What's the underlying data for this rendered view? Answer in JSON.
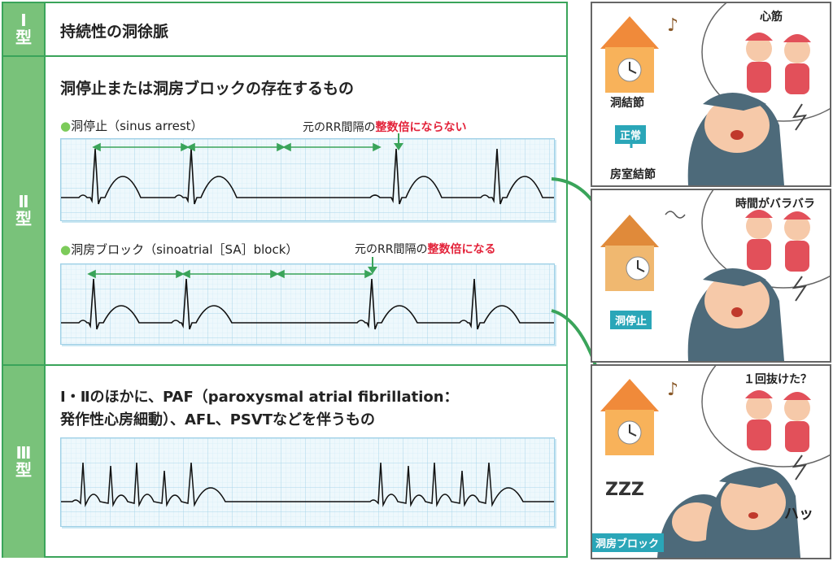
{
  "type1": {
    "label_roman": "Ⅰ",
    "label_kana": "型",
    "title": "持続性の洞徐脈"
  },
  "type2": {
    "label_roman": "Ⅱ",
    "label_kana": "型",
    "title": "洞停止または洞房ブロックの存在するもの",
    "arrest": {
      "bullet": "●",
      "label": "洞停止（sinus arrest）",
      "note_prefix": "元のRR間隔の",
      "note_red": "整数倍にならない"
    },
    "block": {
      "bullet": "●",
      "label": "洞房ブロック（sinoatrial［SA］block）",
      "note_prefix": "元のRR間隔の",
      "note_red": "整数倍になる"
    }
  },
  "type3": {
    "label_roman": "Ⅲ",
    "label_kana": "型",
    "line1": "Ⅰ・Ⅱのほかに、PAF（paroxysmal atrial fibrillation：",
    "line2": "発作性心房細動）、AFL、PSVTなどを伴うもの"
  },
  "right": {
    "p1": {
      "speech": "心筋",
      "top": "洞結節",
      "tag": "正常",
      "bottom": "房室結節"
    },
    "p2": {
      "speech": "時間がバラバラ",
      "tag": "洞停止"
    },
    "p3": {
      "speech": "１回抜けた？",
      "tag": "洞房ブロック",
      "zzz": "ZZZ",
      "sound": "ハッ"
    }
  },
  "colors": {
    "green": "#3aa45a",
    "label_bg": "#79c27a",
    "red": "#e3243b",
    "teal": "#2aa6b8",
    "grid": "#bfe3f2"
  }
}
